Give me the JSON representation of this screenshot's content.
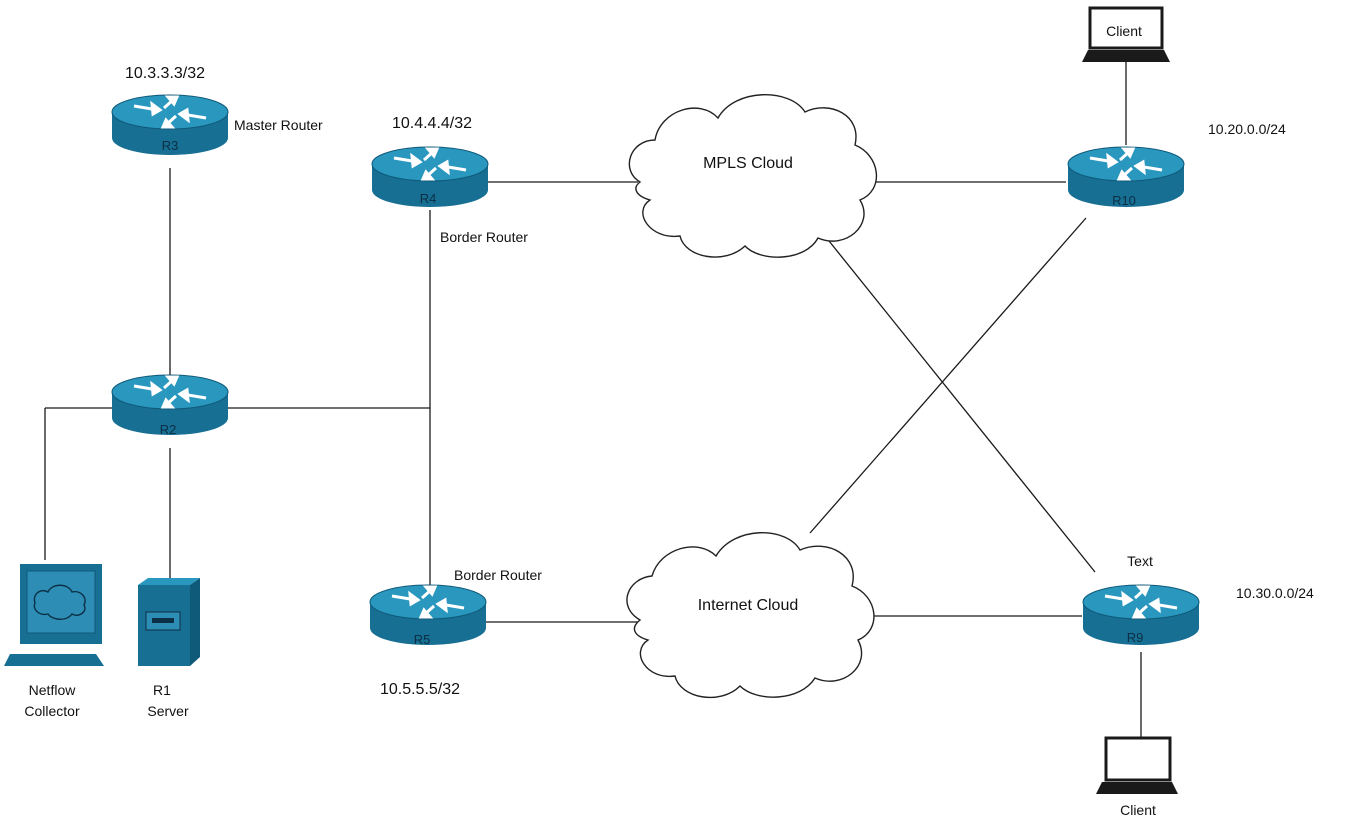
{
  "colors": {
    "router_top": "#2a97bf",
    "router_side": "#176f93",
    "router_dark": "#0f5a79",
    "link": "#1a1a1a",
    "cloud_stroke": "#222222",
    "device_screen": "#2d8db5"
  },
  "routers": {
    "r3": {
      "name": "R3",
      "ip": "10.3.3.3/32",
      "role": "Master Router"
    },
    "r4": {
      "name": "R4",
      "ip": "10.4.4.4/32",
      "role": "Border Router"
    },
    "r2": {
      "name": "R2"
    },
    "r5": {
      "name": "R5",
      "ip": "10.5.5.5/32",
      "role": "Border Router"
    },
    "r10": {
      "name": "R10",
      "subnet": "10.20.0.0/24"
    },
    "r9": {
      "name": "R9",
      "extra": "Text",
      "subnet": "10.30.0.0/24"
    }
  },
  "clouds": {
    "mpls": "MPLS Cloud",
    "internet": "Internet Cloud"
  },
  "devices": {
    "netflow": {
      "line1": "Netflow",
      "line2": "Collector",
      "icon": "netflow-collector-icon"
    },
    "server": {
      "line1": "R1",
      "line2": "Server",
      "icon": "server-icon"
    },
    "client_top": {
      "label": "Client",
      "icon": "client-computer-icon"
    },
    "client_bottom": {
      "label": "Client",
      "icon": "client-computer-icon"
    }
  }
}
